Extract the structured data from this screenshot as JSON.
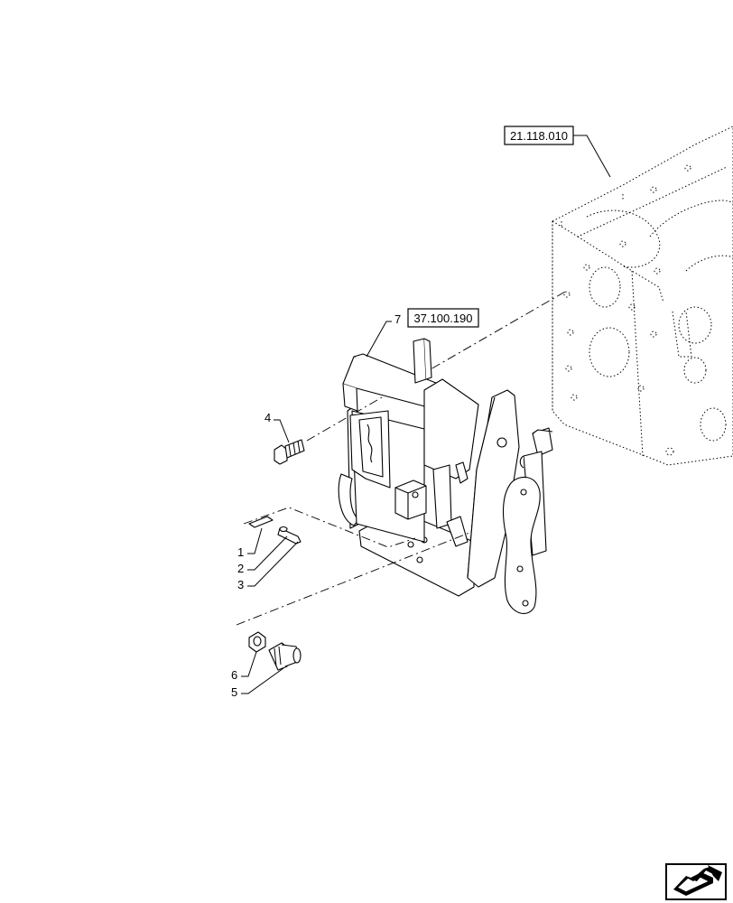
{
  "references": {
    "transmission_housing": "21.118.010",
    "pedal_assembly": "37.100.190"
  },
  "callouts": [
    "1",
    "2",
    "3",
    "4",
    "5",
    "6",
    "7"
  ],
  "icons": {
    "navigation": "next-page-arrow-icon"
  }
}
